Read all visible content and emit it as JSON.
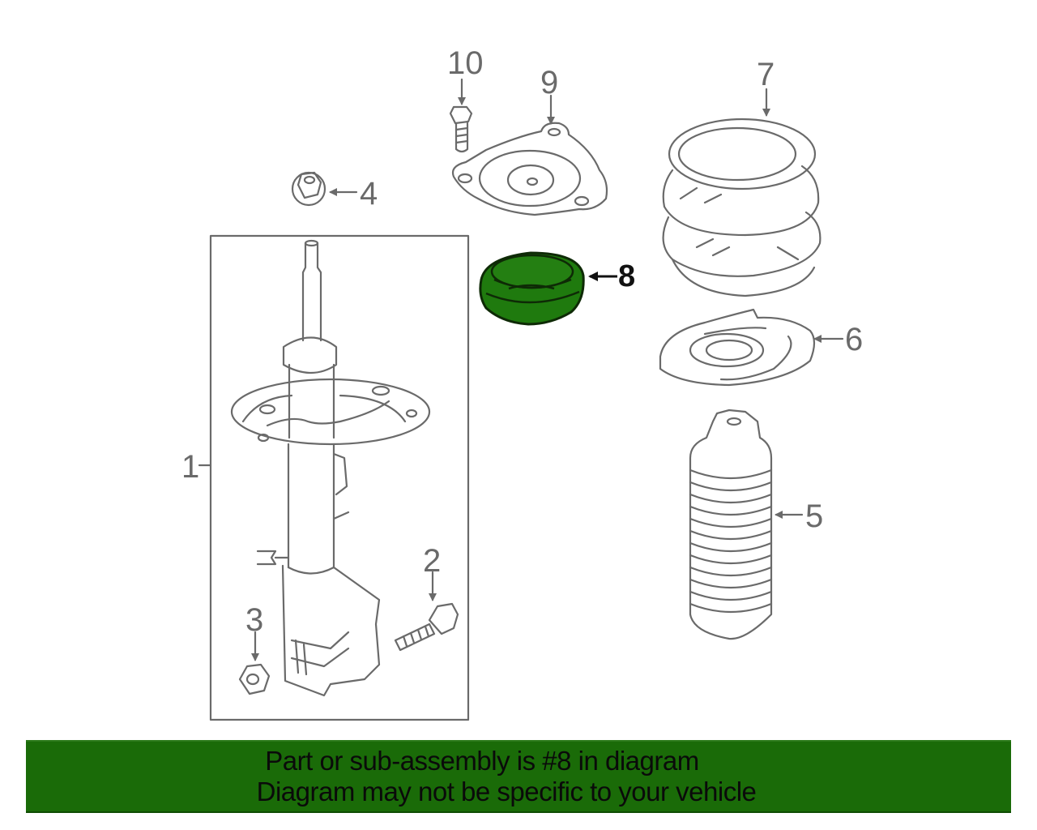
{
  "diagram": {
    "type": "exploded parts diagram",
    "subject": "Front strut suspension assembly",
    "highlighted_part": "8",
    "highlight_color": "#1f7a0e",
    "line_color": "#6a6a6a",
    "callouts": [
      {
        "id": "1",
        "label": "1",
        "part": "strut-assembly"
      },
      {
        "id": "2",
        "label": "2",
        "part": "bolt"
      },
      {
        "id": "3",
        "label": "3",
        "part": "nut"
      },
      {
        "id": "4",
        "label": "4",
        "part": "nut"
      },
      {
        "id": "5",
        "label": "5",
        "part": "dust-boot"
      },
      {
        "id": "6",
        "label": "6",
        "part": "lower-spring-insulator"
      },
      {
        "id": "7",
        "label": "7",
        "part": "coil-spring"
      },
      {
        "id": "8",
        "label": "8",
        "part": "spring-seat-bearing"
      },
      {
        "id": "9",
        "label": "9",
        "part": "strut-mount"
      },
      {
        "id": "10",
        "label": "10",
        "part": "bolt"
      }
    ]
  },
  "banner": {
    "line1": "Part or sub-assembly is #8 in diagram",
    "line2": "Diagram may not be specific to your vehicle",
    "background": "#1a6b08"
  }
}
